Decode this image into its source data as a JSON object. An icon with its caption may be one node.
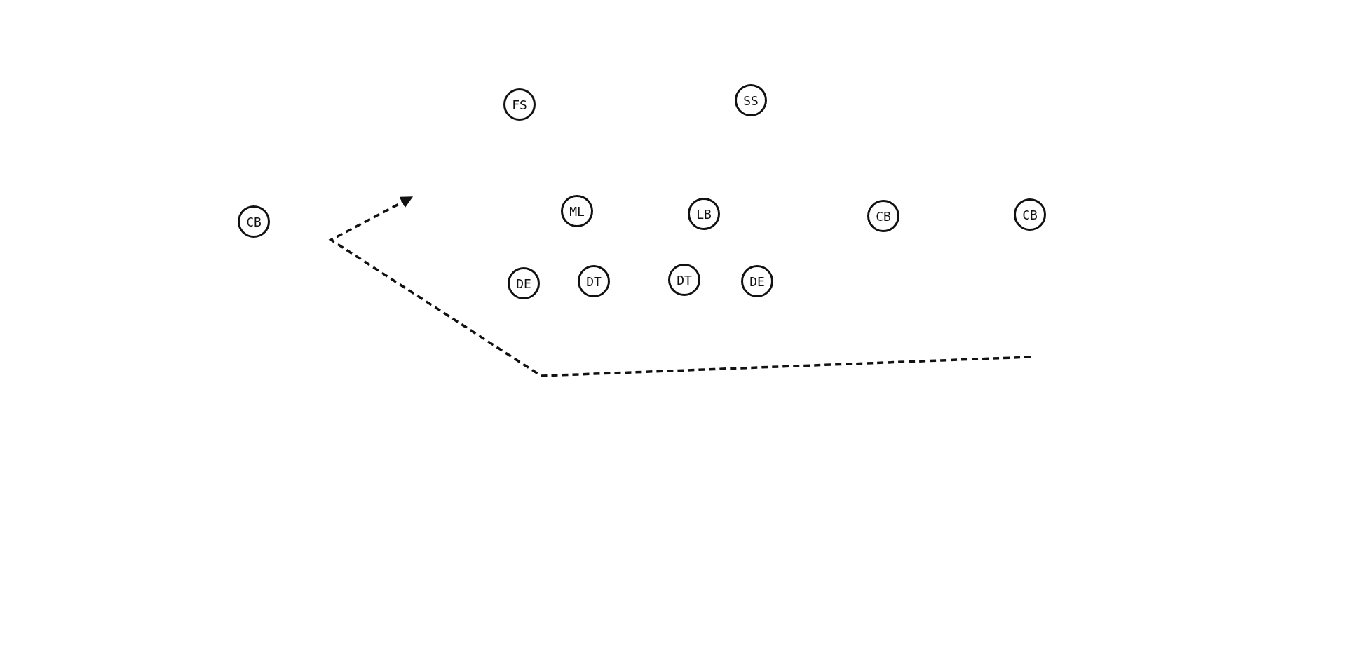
{
  "diagram": {
    "nodes": [
      {
        "text": [
          "FS"
        ]
      },
      {
        "text": [
          "SS"
        ]
      },
      {
        "text": [
          "CB"
        ]
      },
      {
        "text": [
          "ML"
        ]
      },
      {
        "text": [
          "LB"
        ]
      },
      {
        "text": [
          "CB"
        ]
      },
      {
        "text": [
          "CB"
        ]
      },
      {
        "text": [
          "DE"
        ]
      },
      {
        "text": [
          "DT"
        ]
      },
      {
        "text": [
          "DT"
        ]
      },
      {
        "text": [
          "DE"
        ]
      }
    ]
  }
}
